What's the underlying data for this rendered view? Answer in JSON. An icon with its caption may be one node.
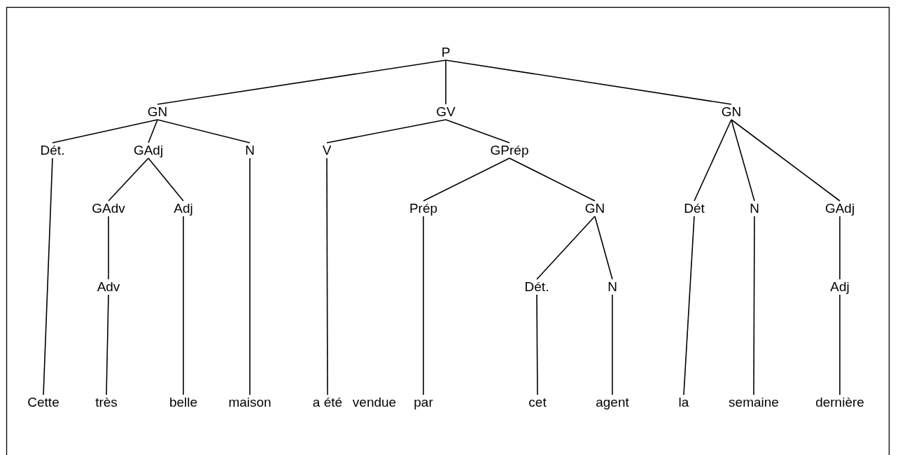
{
  "diagram": {
    "nodes": [
      {
        "text": [
          "P"
        ]
      },
      {
        "text": [
          "GN"
        ]
      },
      {
        "text": [
          "GV"
        ]
      },
      {
        "text": [
          "GN"
        ]
      },
      {
        "text": [
          "Dét."
        ]
      },
      {
        "text": [
          "GAdj"
        ]
      },
      {
        "text": [
          "N"
        ]
      },
      {
        "text": [
          "V"
        ]
      },
      {
        "text": [
          "GPrép"
        ]
      },
      {
        "text": [
          "GAdv"
        ]
      },
      {
        "text": [
          "Adj"
        ]
      },
      {
        "text": [
          "Prép"
        ]
      },
      {
        "text": [
          "GN"
        ]
      },
      {
        "text": [
          "Dét"
        ]
      },
      {
        "text": [
          "N"
        ]
      },
      {
        "text": [
          "GAdj"
        ]
      },
      {
        "text": [
          "Adv"
        ]
      },
      {
        "text": [
          "Dét."
        ]
      },
      {
        "text": [
          "N"
        ]
      },
      {
        "text": [
          "Adj"
        ]
      },
      {
        "text": [
          "Cette"
        ]
      },
      {
        "text": [
          "très"
        ]
      },
      {
        "text": [
          "belle"
        ]
      },
      {
        "text": [
          "maison"
        ]
      },
      {
        "text": [
          "a été"
        ]
      },
      {
        "text": [
          "par"
        ]
      },
      {
        "text": [
          "cet"
        ]
      },
      {
        "text": [
          "agent"
        ]
      },
      {
        "text": [
          "la"
        ]
      },
      {
        "text": [
          "semaine"
        ]
      },
      {
        "text": [
          "dernière"
        ]
      }
    ],
    "edges": [
      {
        "from": 0,
        "to": 1,
        "arrow": "none"
      },
      {
        "from": 0,
        "to": 2,
        "arrow": "none"
      },
      {
        "from": 0,
        "to": 3,
        "arrow": "none"
      },
      {
        "from": 1,
        "to": 4,
        "arrow": "none"
      },
      {
        "from": 1,
        "to": 5,
        "arrow": "none"
      },
      {
        "from": 1,
        "to": 6,
        "arrow": "none"
      },
      {
        "from": 2,
        "to": 7,
        "arrow": "none"
      },
      {
        "from": 2,
        "to": 8,
        "arrow": "none"
      },
      {
        "from": 3,
        "to": 13,
        "arrow": "none"
      },
      {
        "from": 3,
        "to": 14,
        "arrow": "none"
      },
      {
        "from": 3,
        "to": 15,
        "arrow": "none"
      },
      {
        "from": 5,
        "to": 9,
        "arrow": "none"
      },
      {
        "from": 5,
        "to": 10,
        "arrow": "none"
      },
      {
        "from": 8,
        "to": 11,
        "arrow": "none"
      },
      {
        "from": 8,
        "to": 12,
        "arrow": "none"
      },
      {
        "from": 12,
        "to": 17,
        "arrow": "none"
      },
      {
        "from": 12,
        "to": 18,
        "arrow": "none"
      },
      {
        "from": 9,
        "to": 16,
        "arrow": "none"
      },
      {
        "from": 15,
        "to": 19,
        "arrow": "none"
      },
      {
        "from": 4,
        "to": 20,
        "arrow": "none"
      },
      {
        "from": 16,
        "to": 21,
        "arrow": "none"
      },
      {
        "from": 10,
        "to": 22,
        "arrow": "none"
      },
      {
        "from": 6,
        "to": 23,
        "arrow": "none"
      },
      {
        "from": 7,
        "to": 24,
        "arrow": "none"
      },
      {
        "from": 11,
        "to": 25,
        "arrow": "none"
      },
      {
        "from": 17,
        "to": 26,
        "arrow": "none"
      },
      {
        "from": 18,
        "to": 27,
        "arrow": "none"
      },
      {
        "from": 13,
        "to": 28,
        "arrow": "none"
      },
      {
        "from": 14,
        "to": 29,
        "arrow": "none"
      },
      {
        "from": 19,
        "to": 30,
        "arrow": "none"
      }
    ],
    "labels": [
      "vendue"
    ]
  }
}
